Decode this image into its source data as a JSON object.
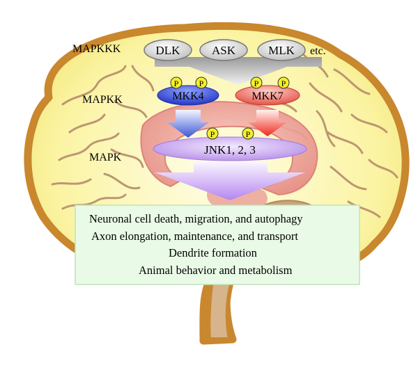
{
  "levels": {
    "mapkkk": "MAPKKK",
    "mapkk": "MAPKK",
    "mapk": "MAPK"
  },
  "kinases": {
    "mapkkk": [
      "DLK",
      "ASK",
      "MLK"
    ],
    "etc": "etc.",
    "mkk4": "MKK4",
    "mkk7": "MKK7",
    "jnk": "JNK1, 2, 3"
  },
  "phospho_label": "P",
  "outcomes": [
    "Neuronal cell death, migration, and autophagy",
    "Axon elongation, maintenance, and transport",
    "Dendrite formation",
    "Animal behavior and metabolism"
  ],
  "colors": {
    "brain_fill": "#fbf6a8",
    "brain_outline": "#c9872e",
    "sulci": "#b9916a",
    "deep_region": "#f0a6a0",
    "cerebellum": "#c8a273",
    "mapkkk_oval": "#d9d9d9",
    "mkk4": "#3a4fd6",
    "mkk7": "#e0554e",
    "jnk": "#c6a6f2",
    "phospho": "#f4ef2a",
    "outcome_box": "#e9fbe6",
    "outcome_border": "#bfe3b8"
  }
}
